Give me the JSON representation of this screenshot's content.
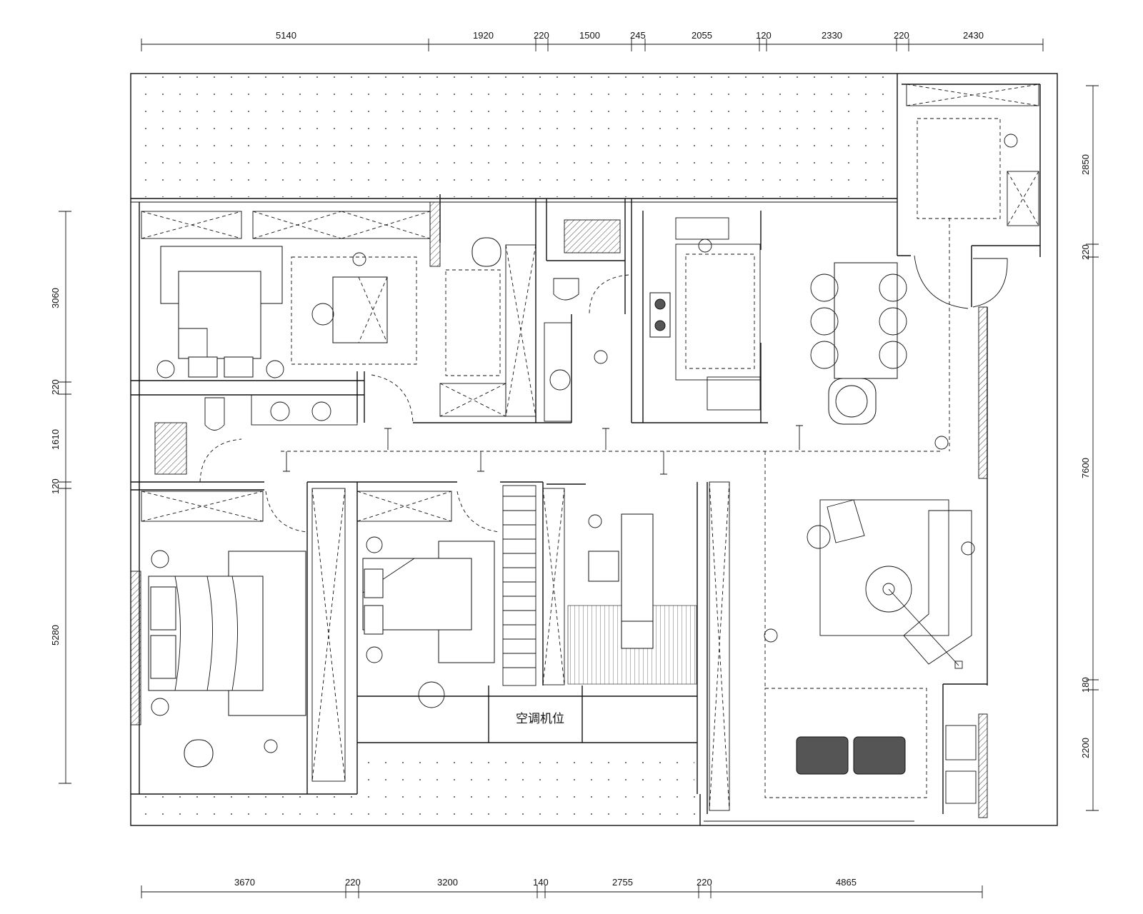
{
  "plan": {
    "dims_top": [
      "5140",
      "1920",
      "220",
      "1500",
      "245",
      "2055",
      "120",
      "2330",
      "220",
      "2430"
    ],
    "dims_bottom": [
      "3670",
      "220",
      "3200",
      "140",
      "2755",
      "220",
      "4865"
    ],
    "dims_left": [
      "3060",
      "220",
      "1610",
      "120",
      "5280"
    ],
    "dims_right": [
      "2850",
      "220",
      "7600",
      "180",
      "2200"
    ],
    "room_label": "空调机位"
  }
}
